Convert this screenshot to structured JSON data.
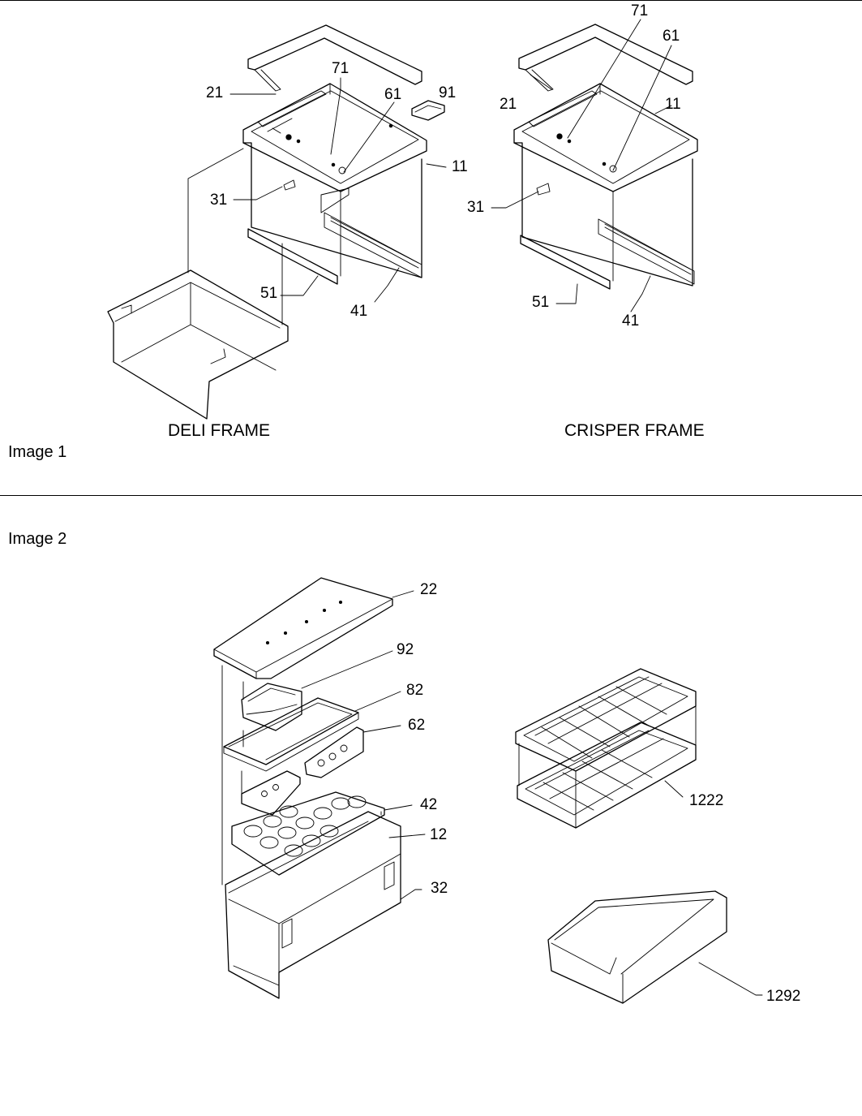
{
  "image1": {
    "title": "Image 1",
    "deli": {
      "caption": "DELI FRAME",
      "callouts": [
        "21",
        "71",
        "61",
        "91",
        "11",
        "31",
        "51",
        "41"
      ]
    },
    "crisper": {
      "caption": "CRISPER FRAME",
      "callouts": [
        "71",
        "61",
        "21",
        "11",
        "31",
        "51",
        "41"
      ]
    }
  },
  "image2": {
    "title": "Image 2",
    "callouts": [
      "22",
      "92",
      "82",
      "62",
      "42",
      "12",
      "32",
      "1222",
      "1292"
    ]
  }
}
